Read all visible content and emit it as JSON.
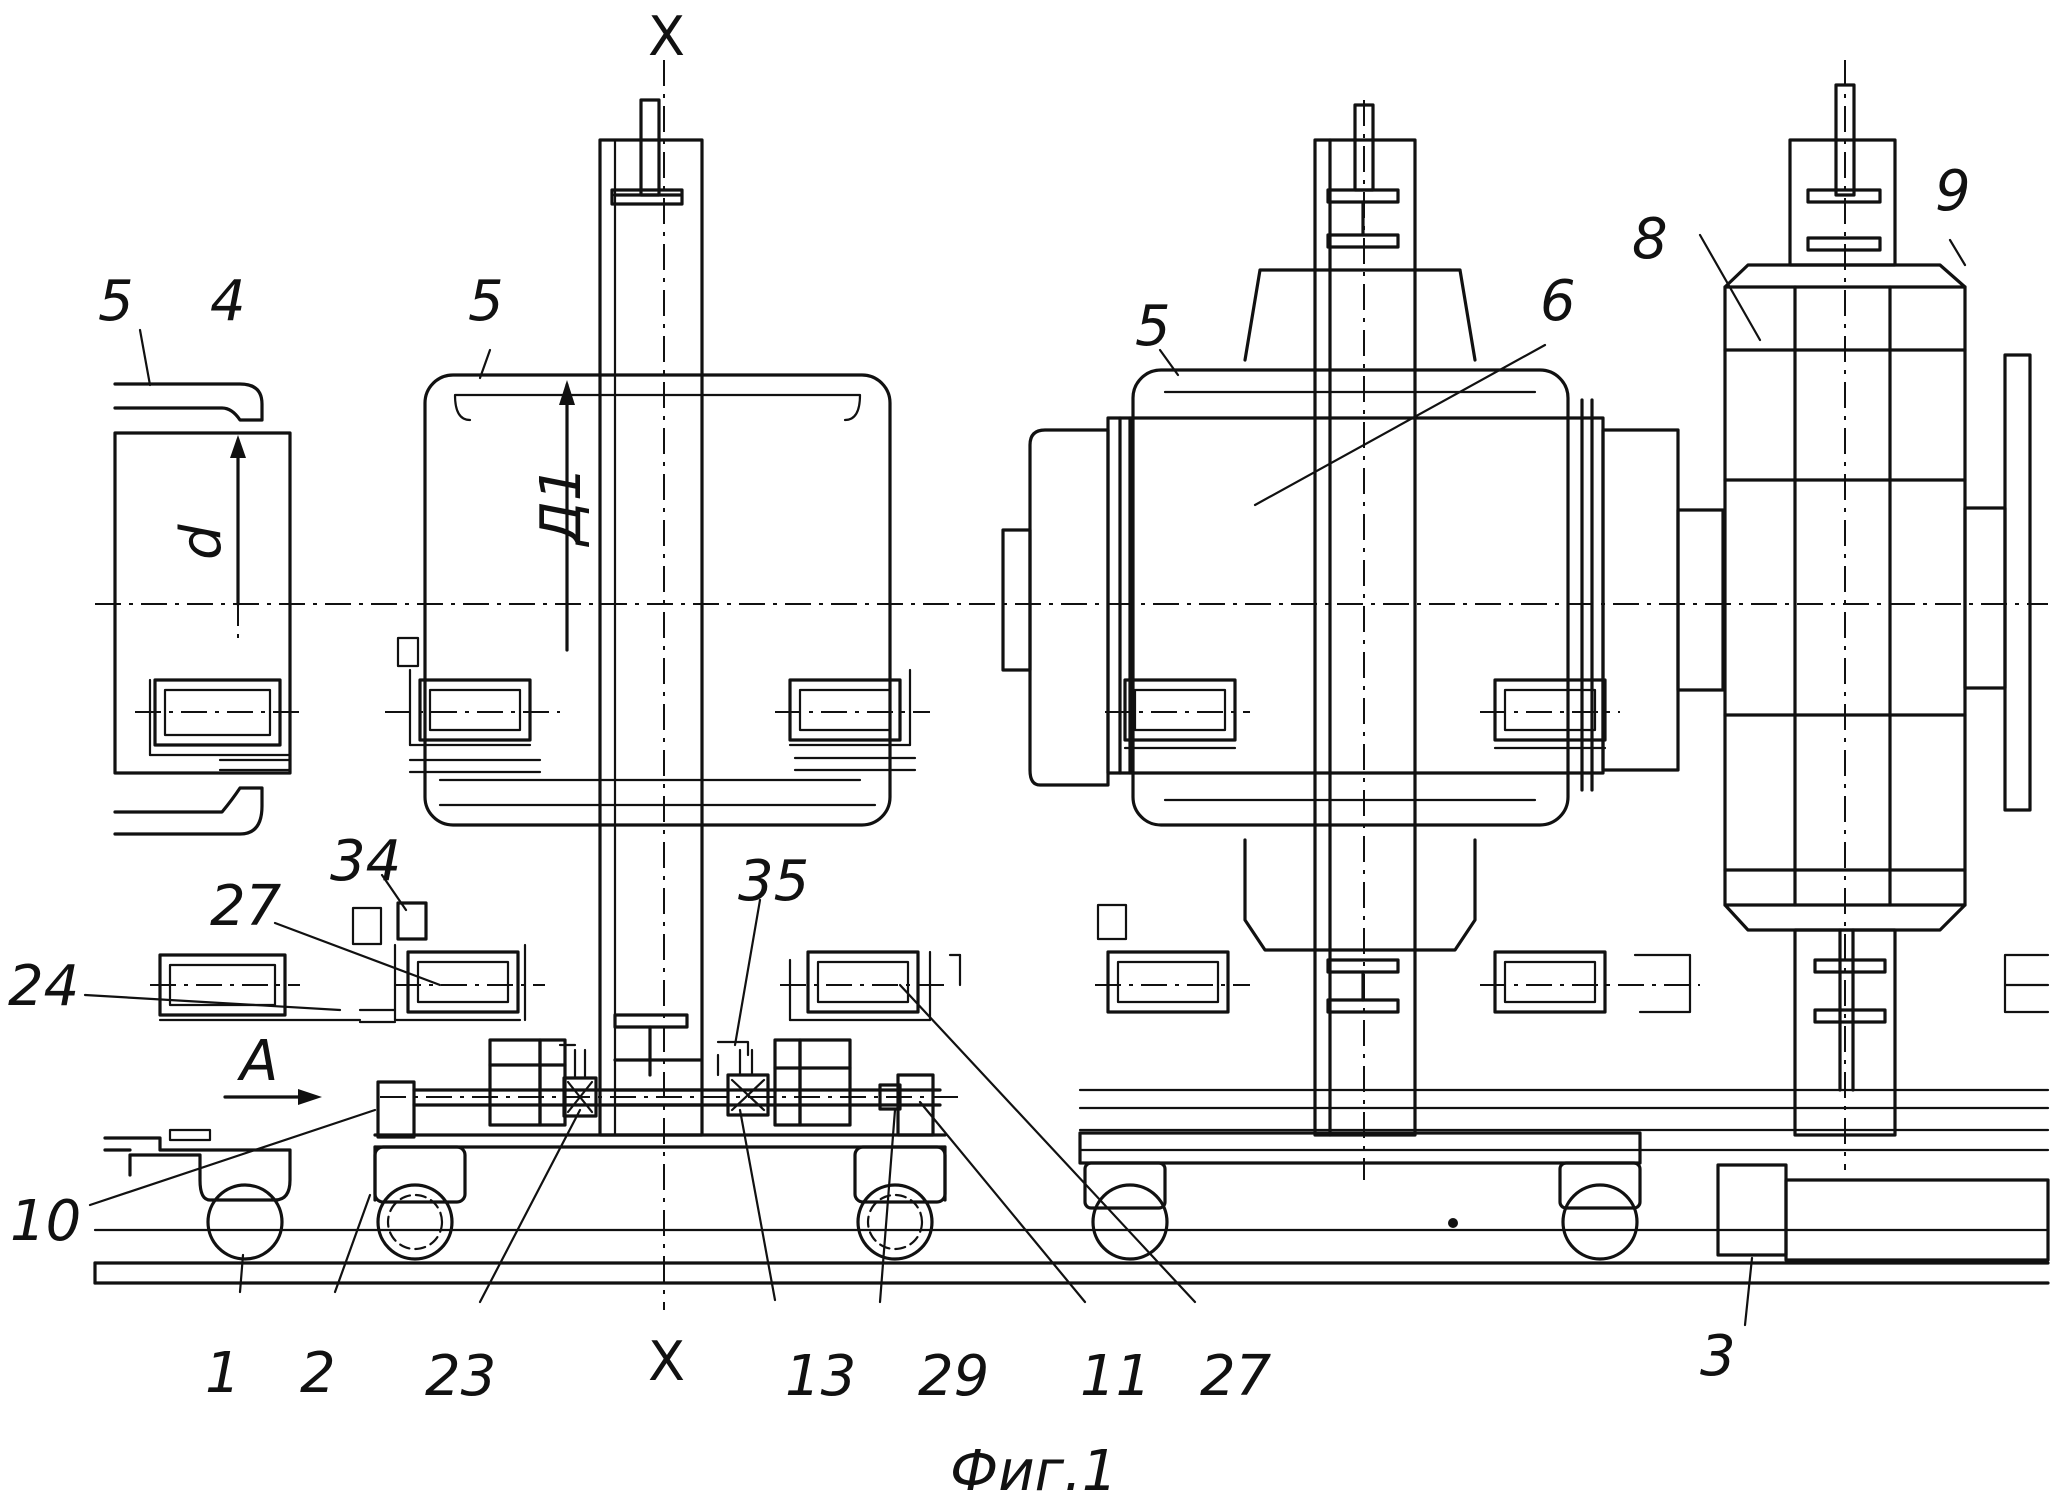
{
  "caption": "Фиг.1",
  "labels": {
    "x_top": "X",
    "x_bottom": "X",
    "l1": "1",
    "l2": "2",
    "l3": "3",
    "l4": "4",
    "l5a": "5",
    "l5b": "5",
    "l5c": "5",
    "l6": "6",
    "l8": "8",
    "l9": "9",
    "l10": "10",
    "l11": "11",
    "l13": "13",
    "l23": "23",
    "l24": "24",
    "l27a": "27",
    "l27b": "27",
    "l29": "29",
    "l34": "34",
    "l35": "35",
    "arrow_a": "A",
    "dim_d": "d",
    "dim_d1": "Д1"
  }
}
